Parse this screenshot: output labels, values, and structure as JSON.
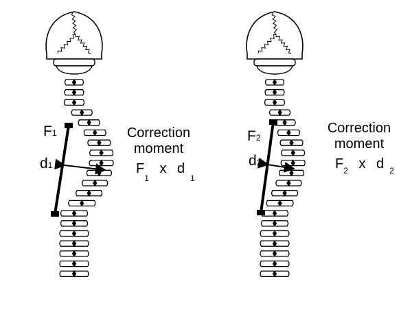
{
  "left_panel": {
    "force_label": "F",
    "force_subscript": "1",
    "distance_label": "d",
    "distance_subscript": "1",
    "moment_title_line1": "Correction",
    "moment_title_line2": "moment",
    "formula_f": "F",
    "formula_f_sub": "1",
    "formula_times": "x",
    "formula_d": "d",
    "formula_d_sub": "1"
  },
  "right_panel": {
    "force_label": "F",
    "force_subscript": "2",
    "distance_label": "d",
    "distance_subscript": "2",
    "moment_title_line1": "Correction",
    "moment_title_line2": "moment",
    "formula_f": "F",
    "formula_f_sub": "2",
    "formula_times": "x",
    "formula_d": "d",
    "formula_d_sub": "2"
  },
  "colors": {
    "line": "#000000",
    "background": "#ffffff"
  }
}
